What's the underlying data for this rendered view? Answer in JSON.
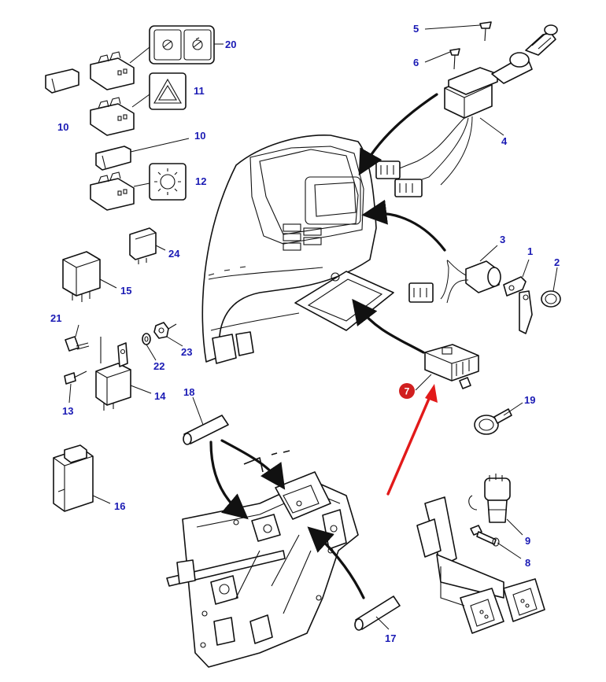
{
  "colors": {
    "callout_text": "#1a1ab4",
    "highlight_arrow": "#e21a1a",
    "highlight_badge": "#d11f1f",
    "line": "#111111"
  },
  "callouts": {
    "p1": "1",
    "p2": "2",
    "p3": "3",
    "p4": "4",
    "p5": "5",
    "p6": "6",
    "p7": "7",
    "p8": "8",
    "p9": "9",
    "p10a": "10",
    "p10b": "10",
    "p11": "11",
    "p12": "12",
    "p13": "13",
    "p14": "14",
    "p15": "15",
    "p16": "16",
    "p17": "17",
    "p18": "18",
    "p19": "19",
    "p20": "20",
    "p21": "21",
    "p22": "22",
    "p23": "23",
    "p24": "24"
  },
  "highlighted_part": "7",
  "icons": {
    "hazard": "warning-triangle-icon",
    "light": "lamp-icon",
    "wiper": "wiper-icon"
  }
}
